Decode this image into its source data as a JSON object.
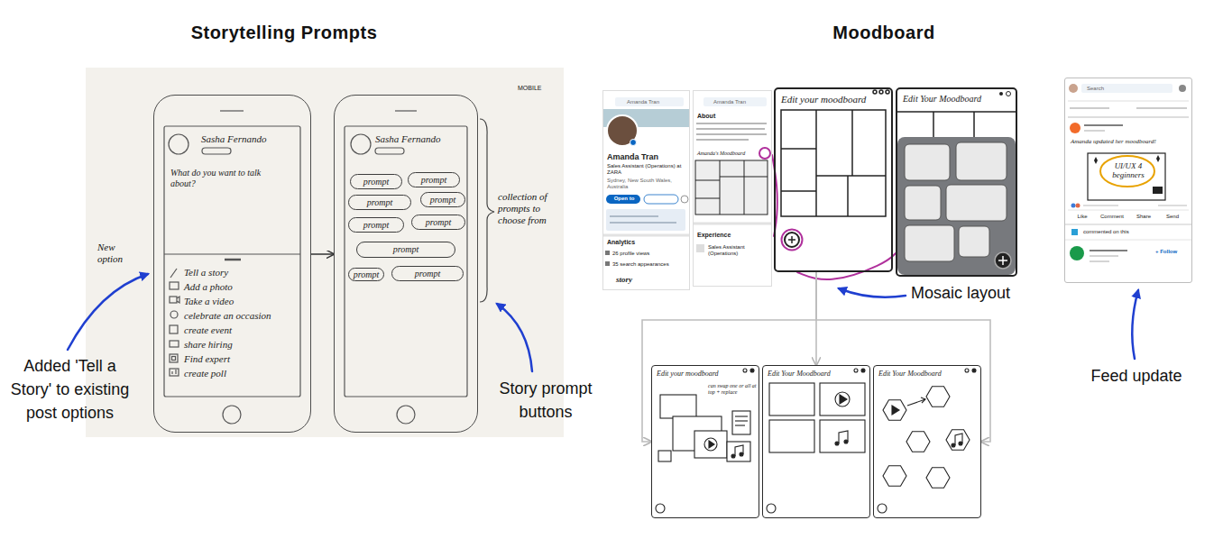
{
  "diagram": {
    "nodes": [
      {
        "text": [
          "Sasha Fernando",
          "What do you want to talk about?",
          "Tell a story",
          "Add a photo",
          "Take a video",
          "celebrate an occasion",
          "create event",
          "share hiring",
          "Find expert",
          "create poll"
        ]
      },
      {
        "text": [
          "Sasha Fernando"
        ]
      },
      {
        "text": [
          "prompt"
        ],
        "in": 1
      },
      {
        "text": [
          "prompt"
        ],
        "in": 1
      },
      {
        "text": [
          "prompt"
        ],
        "in": 1
      },
      {
        "text": [
          "prompt"
        ],
        "in": 1
      },
      {
        "text": [
          "prompt"
        ],
        "in": 1
      },
      {
        "text": [
          "prompt"
        ],
        "in": 1
      },
      {
        "text": [
          "prompt"
        ],
        "in": 1
      },
      {
        "text": [
          "prompt"
        ],
        "in": 1
      },
      {
        "text": [
          "prompt"
        ],
        "in": 1
      },
      {
        "text": [
          "Amanda Tran",
          "Amanda Tran",
          "Sales Assistant (Operations) at ZARA",
          "Sydney, New South Wales, Australia",
          "Open to",
          "Analytics",
          "26 profile views",
          "35 search appearances",
          "story"
        ]
      },
      {
        "text": [
          "Amanda Tran",
          "About",
          "Amanda's Moodboard",
          "Experience",
          "Sales Assistant (Operations)"
        ]
      },
      {
        "text": [
          "Edit your moodboard"
        ]
      },
      {
        "text": [
          "Edit Your Moodboard"
        ]
      },
      {
        "text": [
          "Search",
          "Amanda updated her moodboard!",
          "UI/UX 4 beginners",
          "Like",
          "Comment",
          "Share",
          "Send",
          "commented on this",
          "+ Follow"
        ]
      },
      {
        "text": [
          "Edit your moodboard",
          "can swap one or all at top + replace"
        ]
      },
      {
        "text": [
          "Edit Your Moodboard"
        ]
      },
      {
        "text": [
          "Edit Your Moodboard"
        ]
      }
    ],
    "edges": [
      {
        "from": 0,
        "to": 1,
        "arrow": "to"
      },
      {
        "from": 12,
        "to": 13,
        "arrow": "none"
      },
      {
        "from": 13,
        "to": 14,
        "arrow": "none"
      },
      {
        "from": 13,
        "to": 16,
        "arrow": "to"
      },
      {
        "from": 13,
        "to": 17,
        "arrow": "to"
      },
      {
        "from": 13,
        "to": 18,
        "arrow": "to"
      }
    ],
    "labels": [
      "Storytelling Prompts",
      "Moodboard",
      "MOBILE",
      "New option",
      "collection of prompts to choose from",
      "Added 'Tell a Story' to existing post options",
      "Story prompt buttons",
      "Mosaic layout",
      "Feed update"
    ]
  }
}
